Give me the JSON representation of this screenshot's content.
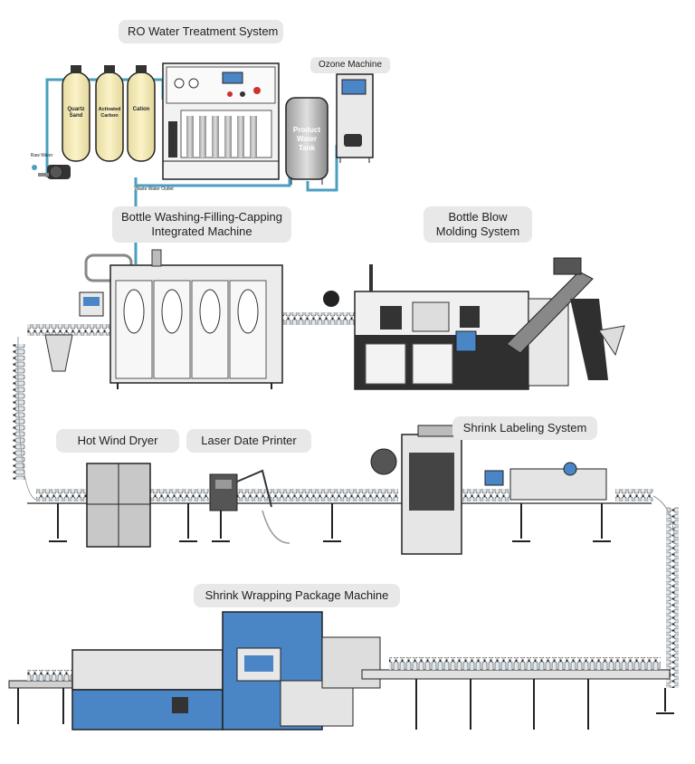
{
  "title": "RO Water Treatment System",
  "labels": {
    "ozone": "Ozone Machine",
    "washing_line1": "Bottle Washing-Filling-Capping",
    "washing_line2": "Integrated Machine",
    "blow_line1": "Bottle Blow",
    "blow_line2": "Molding System",
    "dryer": "Hot Wind Dryer",
    "printer": "Laser Date Printer",
    "shrink_label": "Shrink Labeling System",
    "wrapping": "Shrink Wrapping Package Machine"
  },
  "tank_labels": {
    "quartz": [
      "Quartz",
      "Sand"
    ],
    "carbon": [
      "Activated",
      "Carbon"
    ],
    "cation": [
      "Cation"
    ],
    "product": [
      "Product",
      "Water",
      "Tank"
    ]
  },
  "pipe_labels": {
    "raw": "Raw Water",
    "waste": "Waste Water Outlet"
  },
  "colors": {
    "tag_bg": "#e8e8e8",
    "tank_fill": "#f7edb8",
    "pipe": "#4a9fc0",
    "machine_blue": "#4a86c5",
    "frame_grey": "#cfd3d8",
    "dark": "#2b2b2b"
  }
}
